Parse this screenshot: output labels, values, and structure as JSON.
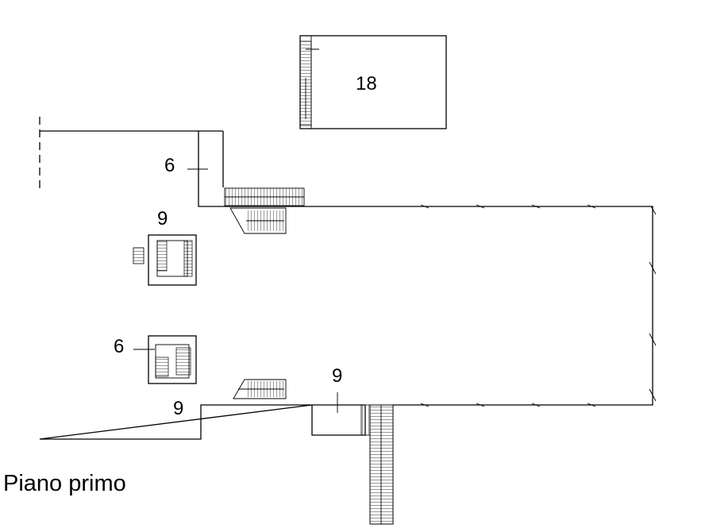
{
  "floor": {
    "title": "Piano primo"
  },
  "rooms": [
    {
      "label": "18"
    },
    {
      "label": "6"
    },
    {
      "label": "9"
    },
    {
      "label": "6"
    },
    {
      "label": "9"
    },
    {
      "label": "9"
    }
  ]
}
